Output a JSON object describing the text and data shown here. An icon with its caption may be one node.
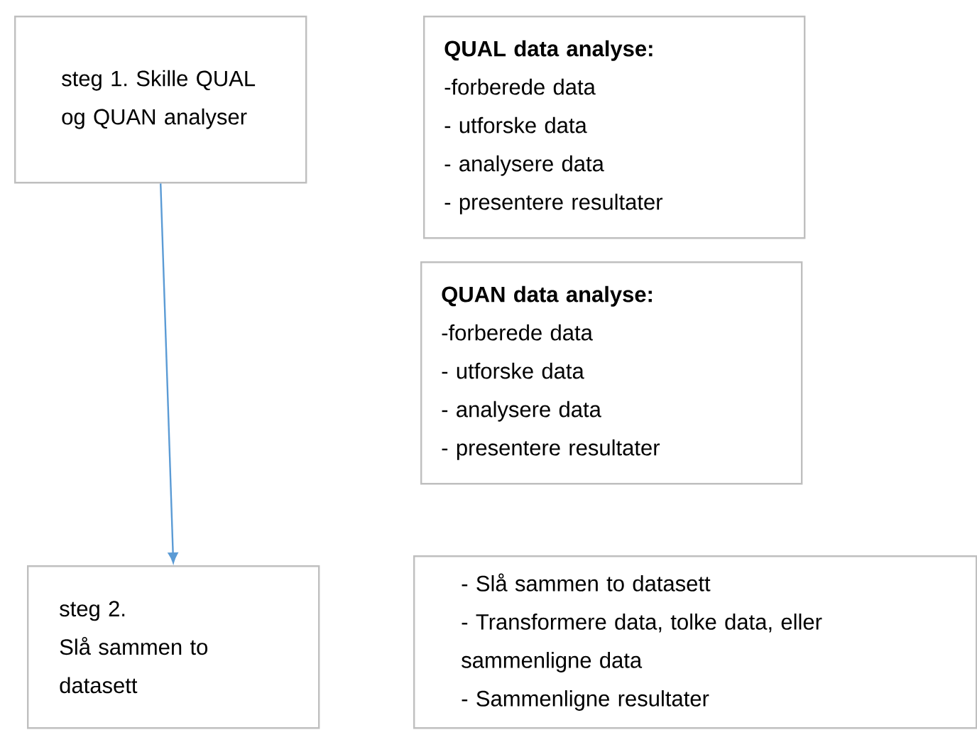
{
  "diagram": {
    "nodes": [
      {
        "text": [
          "steg 1. Skille QUAL og QUAN analyser"
        ]
      },
      {
        "text": [
          "QUAL data analyse:",
          "-forberede data",
          "- utforske data",
          "- analysere data",
          "- presentere resultater"
        ]
      },
      {
        "text": [
          "QUAN data analyse:",
          "-forberede data",
          "- utforske data",
          "- analysere data",
          "- presentere resultater"
        ]
      },
      {
        "text": [
          "steg 2.",
          "Slå sammen to datasett"
        ]
      },
      {
        "text": [
          "- Slå sammen to datasett",
          "- Transformere data, tolke data, eller sammenligne data",
          "- Sammenligne resultater"
        ]
      }
    ],
    "edges": [
      {
        "from": 0,
        "to": 3,
        "arrow": "to"
      }
    ]
  }
}
